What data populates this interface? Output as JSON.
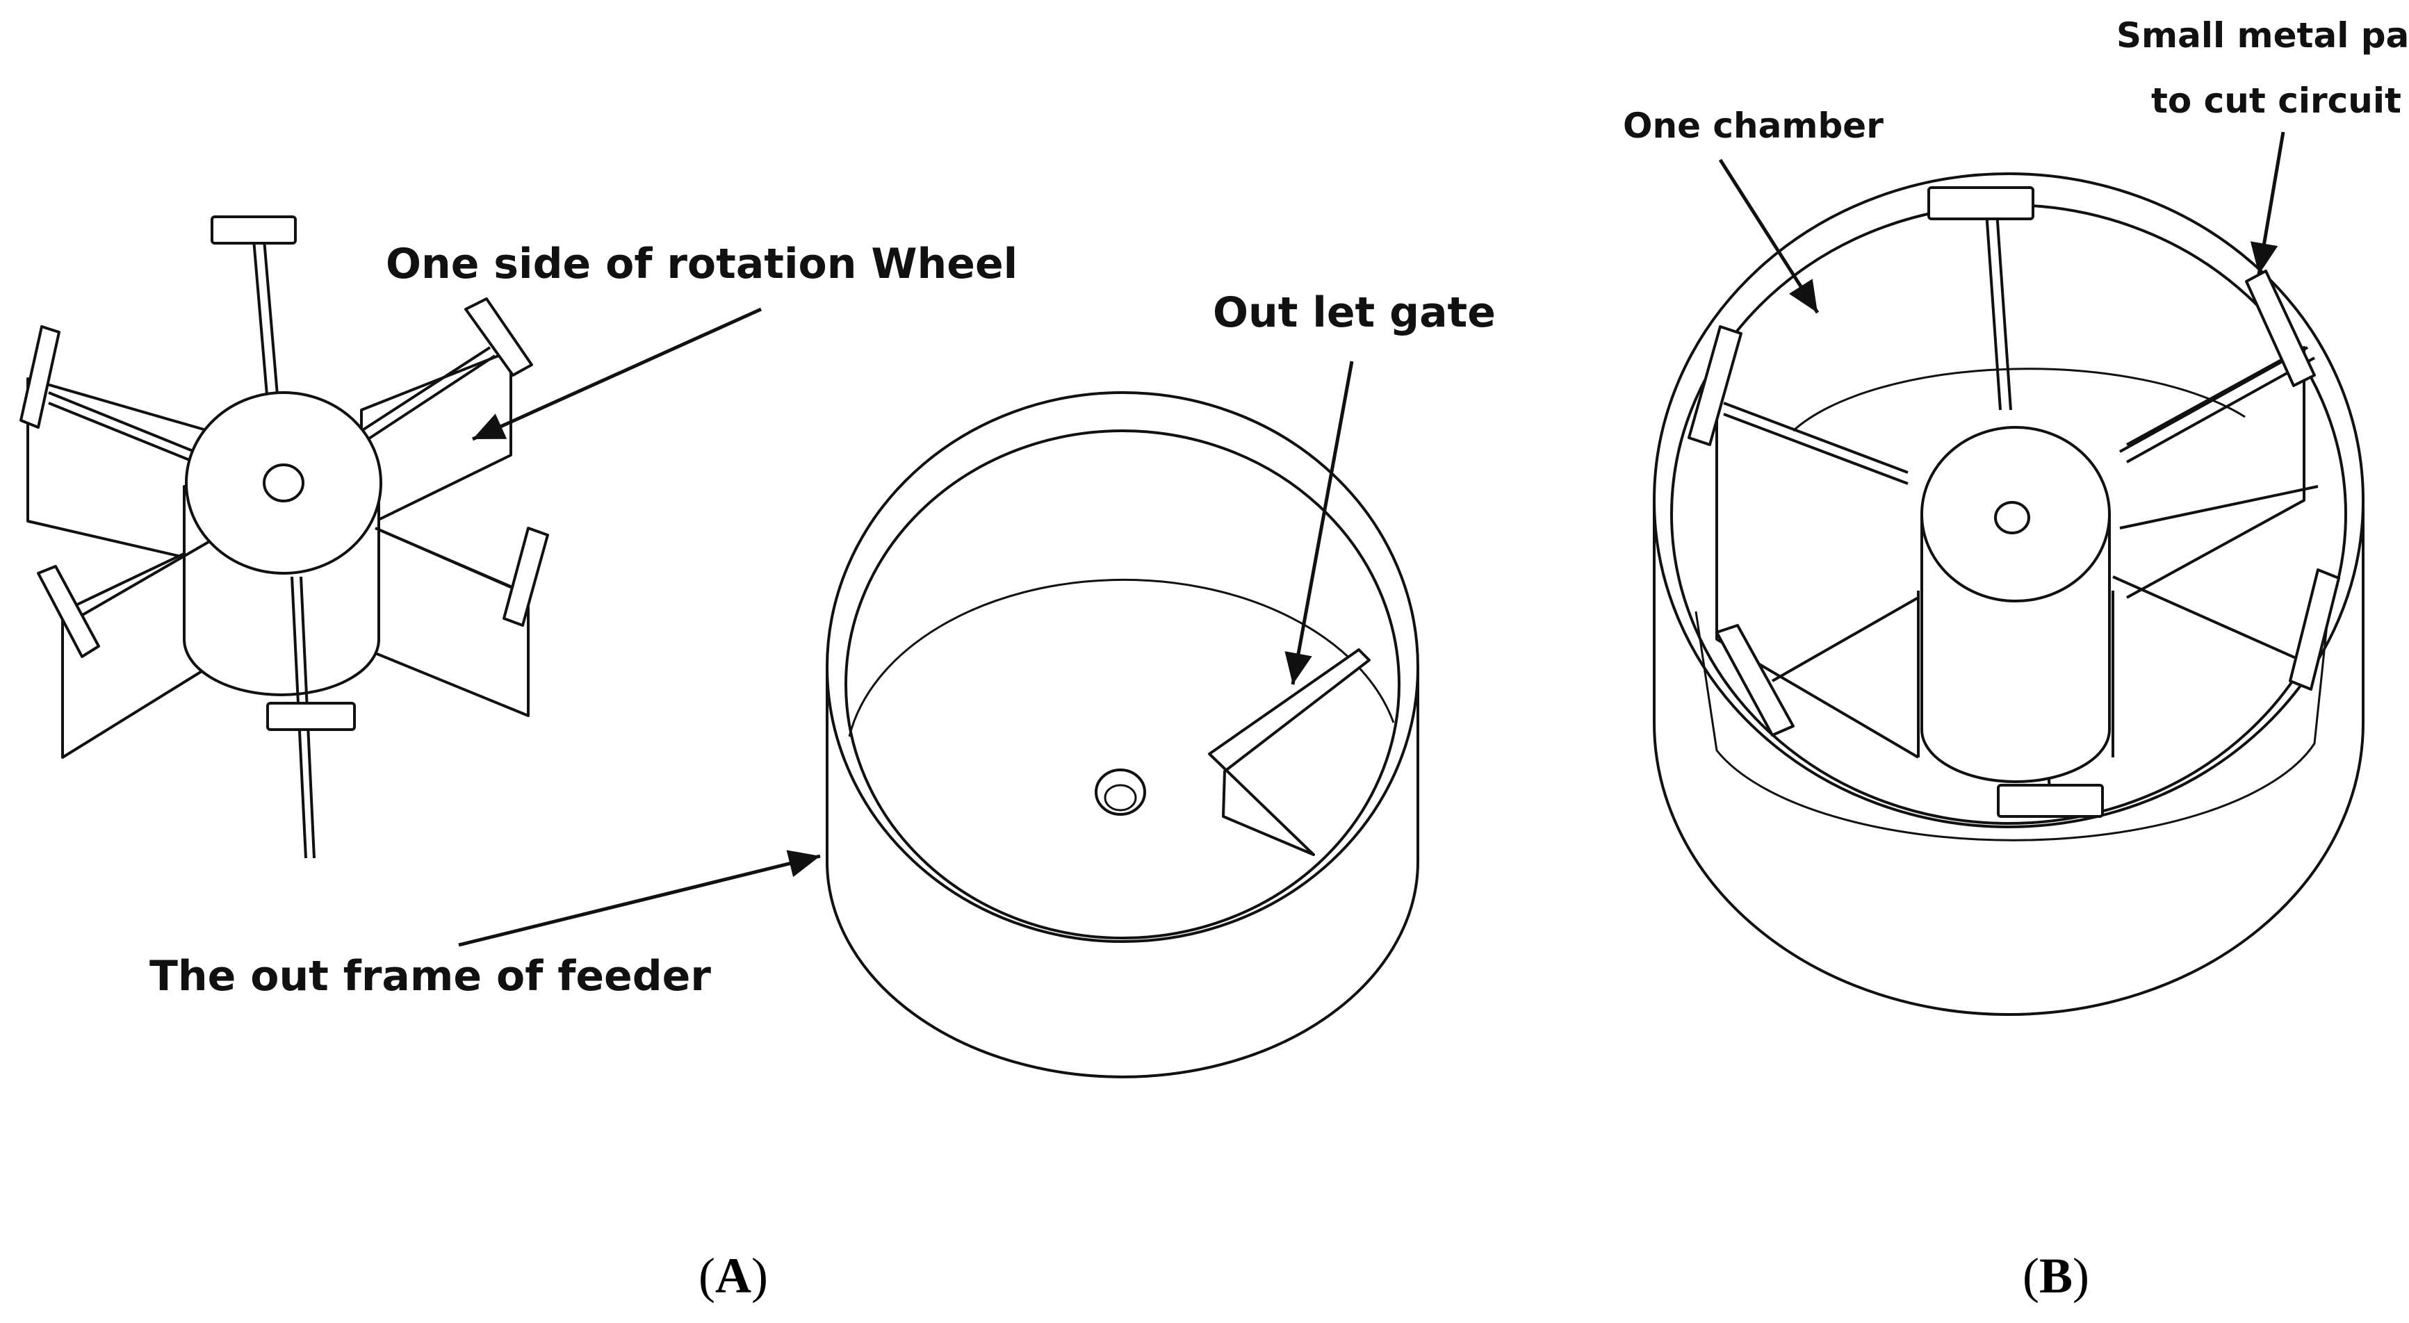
{
  "figure": {
    "panel_a": {
      "caption_letter": "A",
      "labels": {
        "wheel": "One side of rotation Wheel",
        "gate": "Out let gate",
        "frame": "The out frame of feeder"
      }
    },
    "panel_b": {
      "caption_letter": "B",
      "labels": {
        "chamber": "One chamber",
        "metal_line1": "Small metal part",
        "metal_line2": "to cut circuit"
      }
    }
  }
}
